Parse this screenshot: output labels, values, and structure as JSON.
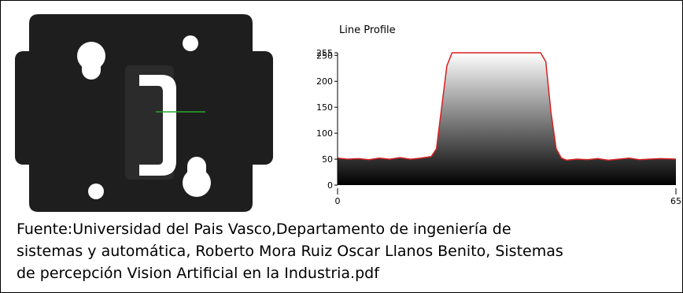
{
  "chart_data": {
    "type": "area",
    "title": "Line Profile",
    "x": [
      0,
      2,
      4,
      6,
      8,
      10,
      12,
      14,
      16,
      18,
      19,
      20,
      21,
      22,
      30,
      39,
      40,
      41,
      42,
      43,
      44,
      46,
      48,
      50,
      52,
      54,
      56,
      58,
      60,
      62,
      65
    ],
    "values": [
      52,
      50,
      51,
      49,
      52,
      50,
      53,
      50,
      52,
      55,
      70,
      150,
      230,
      255,
      255,
      255,
      238,
      140,
      70,
      52,
      48,
      50,
      49,
      51,
      48,
      50,
      52,
      49,
      50,
      51,
      50
    ],
    "yticks": [
      0,
      50,
      100,
      150,
      200,
      250,
      255
    ],
    "xticks": [
      0,
      65
    ],
    "ylim": [
      0,
      255
    ],
    "xlim": [
      0,
      65
    ],
    "line_color": "#d62020",
    "fill_gradient": [
      "#000000",
      "#ffffff"
    ]
  },
  "caption": {
    "line1": "Fuente:Universidad del Pais Vasco,Departamento de ingeniería de",
    "line2": "sistemas y automática, Roberto Mora Ruiz Oscar Llanos Benito, Sistemas",
    "line3": "de percepción Vision Artificial en la Industria.pdf"
  },
  "part_image": {
    "background_color": "#ffffff",
    "part_color": "#1e1e1e",
    "hole_color": "#ffffff",
    "scan_line_color": "#2aa82a"
  }
}
